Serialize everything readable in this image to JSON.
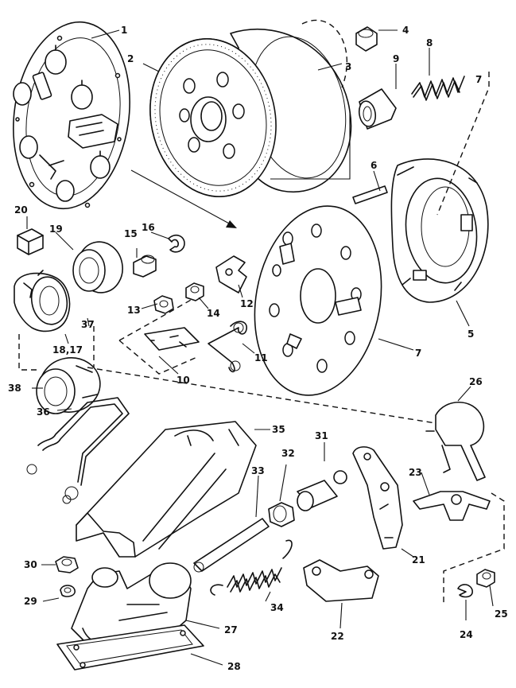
{
  "labels": {
    "l1": "1",
    "l2": "2",
    "l3": "3",
    "l4": "4",
    "l5": "5",
    "l6": "6",
    "l7a": "7",
    "l7b": "7",
    "l8": "8",
    "l9": "9",
    "l10": "10",
    "l11": "11",
    "l12": "12",
    "l13": "13",
    "l14": "14",
    "l15": "15",
    "l16": "16",
    "l17": "18,17",
    "l19": "19",
    "l20": "20",
    "l21": "21",
    "l22": "22",
    "l23": "23",
    "l24": "24",
    "l25": "25",
    "l26": "26",
    "l27": "27",
    "l28": "28",
    "l29": "29",
    "l30": "30",
    "l31": "31",
    "l32": "32",
    "l33": "33",
    "l34": "34",
    "l35": "35",
    "l36": "36",
    "l37": "37",
    "l38": "38"
  }
}
